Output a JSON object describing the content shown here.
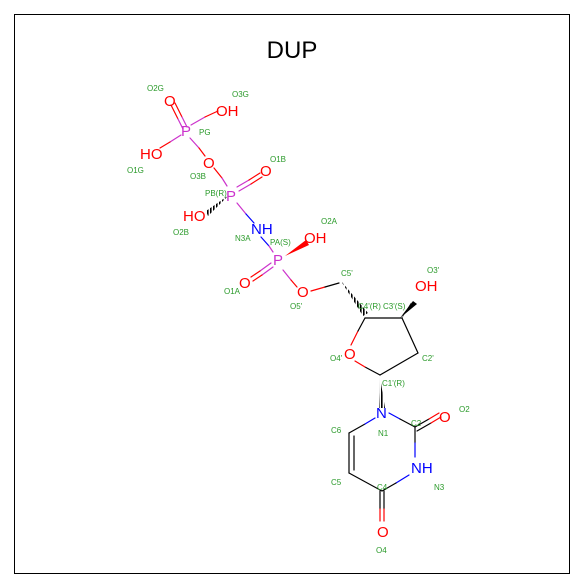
{
  "title": "DUP",
  "colors": {
    "bond": "#000000",
    "oxygen": "#ff0000",
    "nitrogen": "#0000ff",
    "phosphorus": "#cc33cc",
    "label": "#2a9a2a"
  },
  "atoms": {
    "o_pg_dbl": "O",
    "oh_pg_right": "OH",
    "ho_pg_left": "HO",
    "p_g": "P",
    "o_bridge_gb": "O",
    "p_b": "P",
    "o_pb_dbl": "O",
    "ho_pb": "HO",
    "nh_bridge": "NH",
    "p_a": "P",
    "oh_pa": "OH",
    "o_pa_dbl": "O",
    "o_5p": "O",
    "oh_3p": "OH",
    "o_ring": "O",
    "n1": "N",
    "o_c2": "O",
    "nh_n3": "NH",
    "o_c4": "O"
  },
  "labels": {
    "O2G": "O2G",
    "O3G": "O3G",
    "PG": "PG",
    "O1G": "O1G",
    "O3B": "O3B",
    "O1B": "O1B",
    "PBR": "PB(R)",
    "O2B": "O2B",
    "N3A": "N3A",
    "PAS": "PA(S)",
    "O2A": "O2A",
    "O1A": "O1A",
    "O5P": "O5'",
    "C5P": "C5'",
    "O3P": "O3'",
    "C4R": "C4'(R)",
    "C3S": "C3'(S)",
    "O4P": "O4'",
    "C2P": "C2'",
    "C1R": "C1'(R)",
    "N1": "N1",
    "C2": "C2",
    "O2": "O2",
    "C6": "C6",
    "C5": "C5",
    "C4": "C4",
    "N3": "N3",
    "O4": "O4"
  }
}
